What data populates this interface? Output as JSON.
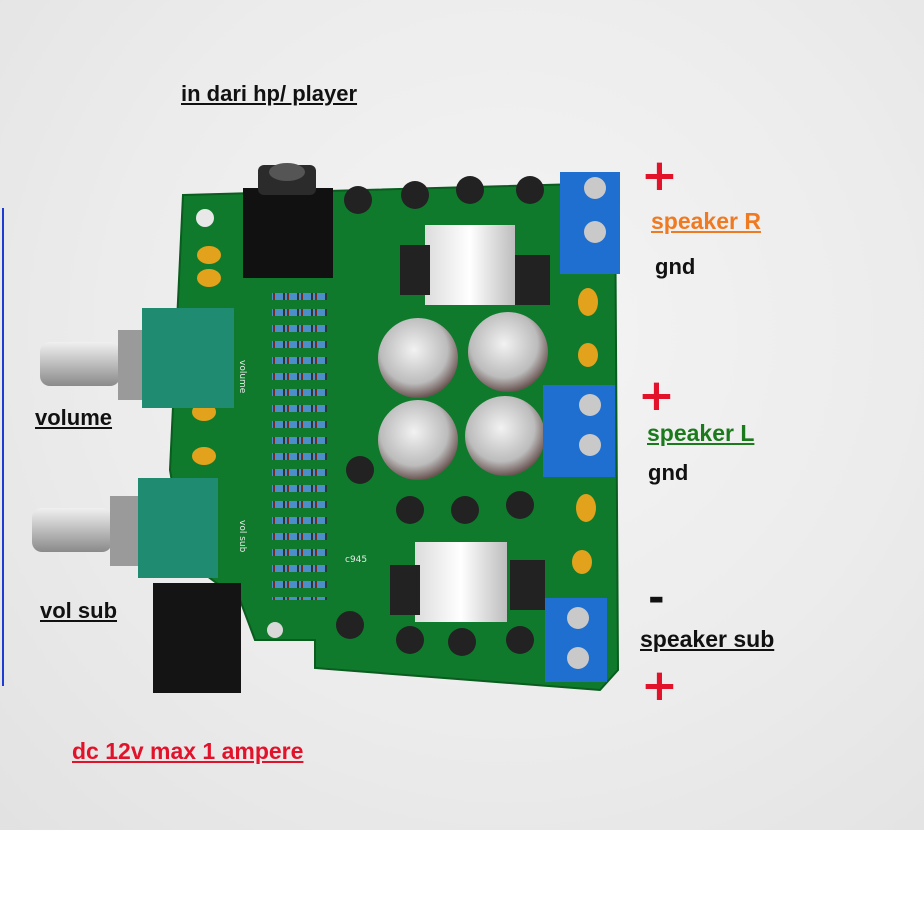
{
  "labels": {
    "input": "in dari hp/ player",
    "speaker_r": "speaker R",
    "gnd_r": "gnd",
    "speaker_l": "speaker L",
    "gnd_l": "gnd",
    "speaker_sub": "speaker sub",
    "volume": "volume",
    "vol_sub": "vol sub",
    "power": "dc 12v max 1 ampere"
  },
  "signs": {
    "plus_r": "+",
    "plus_l": "+",
    "minus_sub": "-",
    "plus_sub": "+"
  },
  "pcb_silkscreen": {
    "volume": "volume",
    "vol_sub": "vol sub",
    "chip": "c945"
  },
  "colors": {
    "pcb_green": "#0f7a2c",
    "terminal_blue": "#1e6fd0",
    "label_black": "#111111",
    "label_orange": "#f07a22",
    "label_green": "#1b7a1b",
    "label_red": "#e3122b",
    "plus_red": "#e3122b"
  }
}
